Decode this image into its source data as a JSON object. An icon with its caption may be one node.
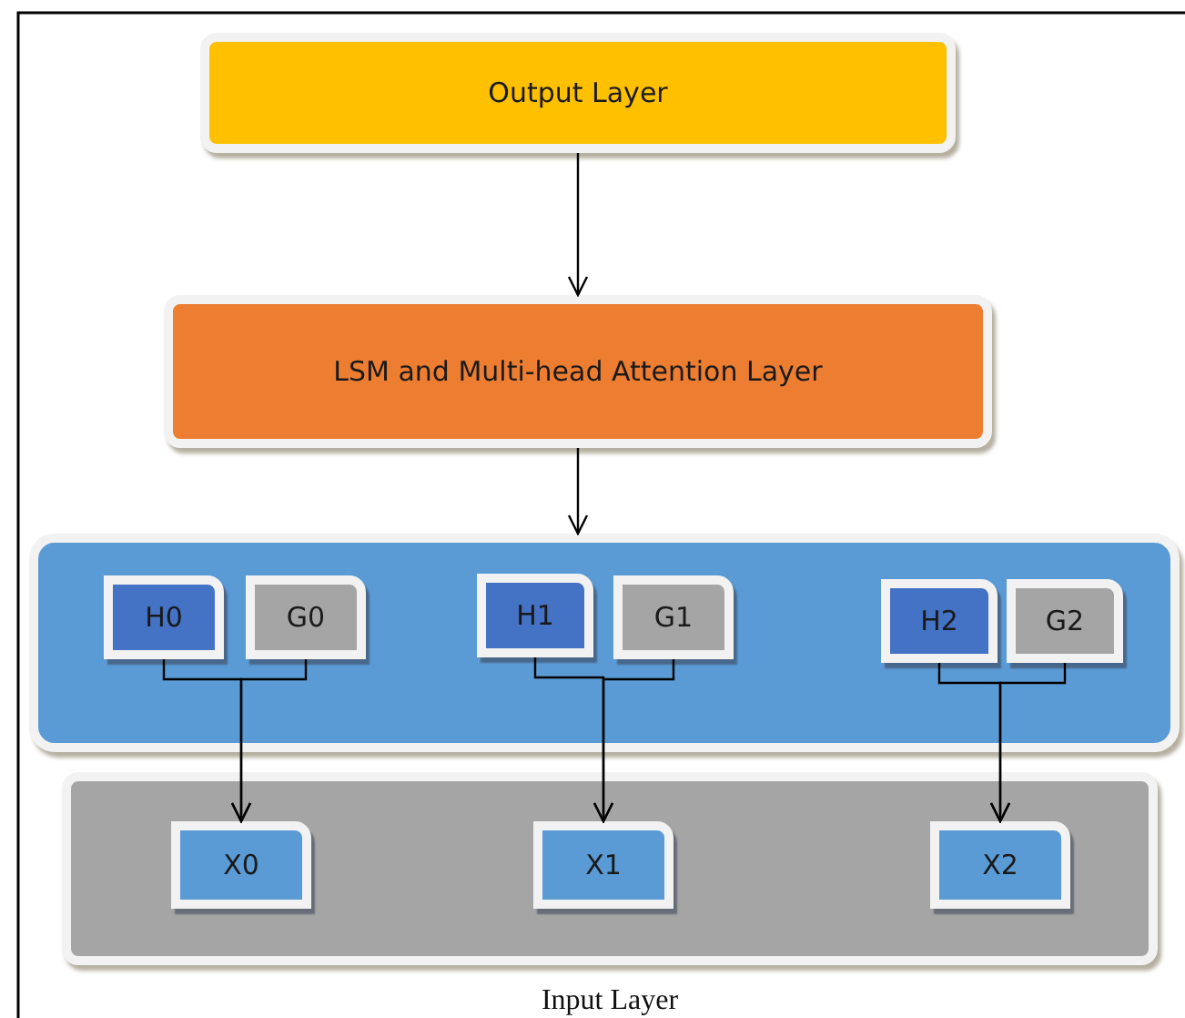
{
  "diagram": {
    "nodes": [
      {
        "text": [
          "Output Layer"
        ]
      },
      {
        "text": [
          "LSM and Multi-head Attention Layer"
        ]
      },
      {
        "text": [],
        "shape": "box"
      },
      {
        "text": [
          "H0"
        ],
        "in": 2
      },
      {
        "text": [
          "G0"
        ],
        "in": 2
      },
      {
        "text": [
          "H1"
        ],
        "in": 2
      },
      {
        "text": [
          "G1"
        ],
        "in": 2
      },
      {
        "text": [
          "H2"
        ],
        "in": 2
      },
      {
        "text": [
          "G2"
        ],
        "in": 2
      },
      {
        "text": [
          "Input Layer"
        ]
      },
      {
        "text": [
          "X0"
        ],
        "in": 9
      },
      {
        "text": [
          "X1"
        ],
        "in": 9
      },
      {
        "text": [
          "X2"
        ],
        "in": 9
      }
    ],
    "edges": [
      {
        "from": 0,
        "to": 1,
        "arrow": "to"
      },
      {
        "from": 1,
        "to": 2,
        "arrow": "to"
      },
      {
        "from": 3,
        "to": 10,
        "arrow": "to"
      },
      {
        "from": 4,
        "to": 10,
        "arrow": "to"
      },
      {
        "from": 5,
        "to": 11,
        "arrow": "to"
      },
      {
        "from": 6,
        "to": 11,
        "arrow": "to"
      },
      {
        "from": 7,
        "to": 12,
        "arrow": "to"
      },
      {
        "from": 8,
        "to": 12,
        "arrow": "to"
      }
    ]
  }
}
